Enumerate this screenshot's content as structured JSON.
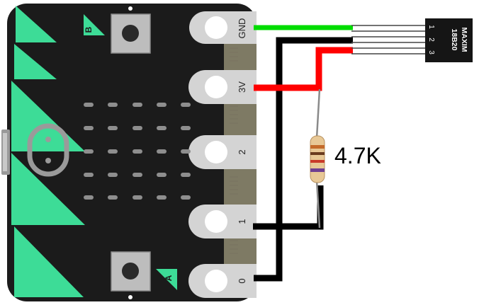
{
  "board": {
    "buttons": [
      "B",
      "A"
    ],
    "pins": [
      "GND",
      "3V",
      "2",
      "1",
      "0"
    ]
  },
  "sensor": {
    "line1": "MAXIM",
    "line2": "18B20",
    "pin_numbers": [
      "1",
      "2",
      "3"
    ]
  },
  "resistor": {
    "label": "4.7K"
  },
  "colors": {
    "board": "#1b1b1b",
    "accent": "#3ddc97",
    "wire_gnd": "#00dd00",
    "wire_power": "#ff0000",
    "wire_signal": "#000000"
  }
}
